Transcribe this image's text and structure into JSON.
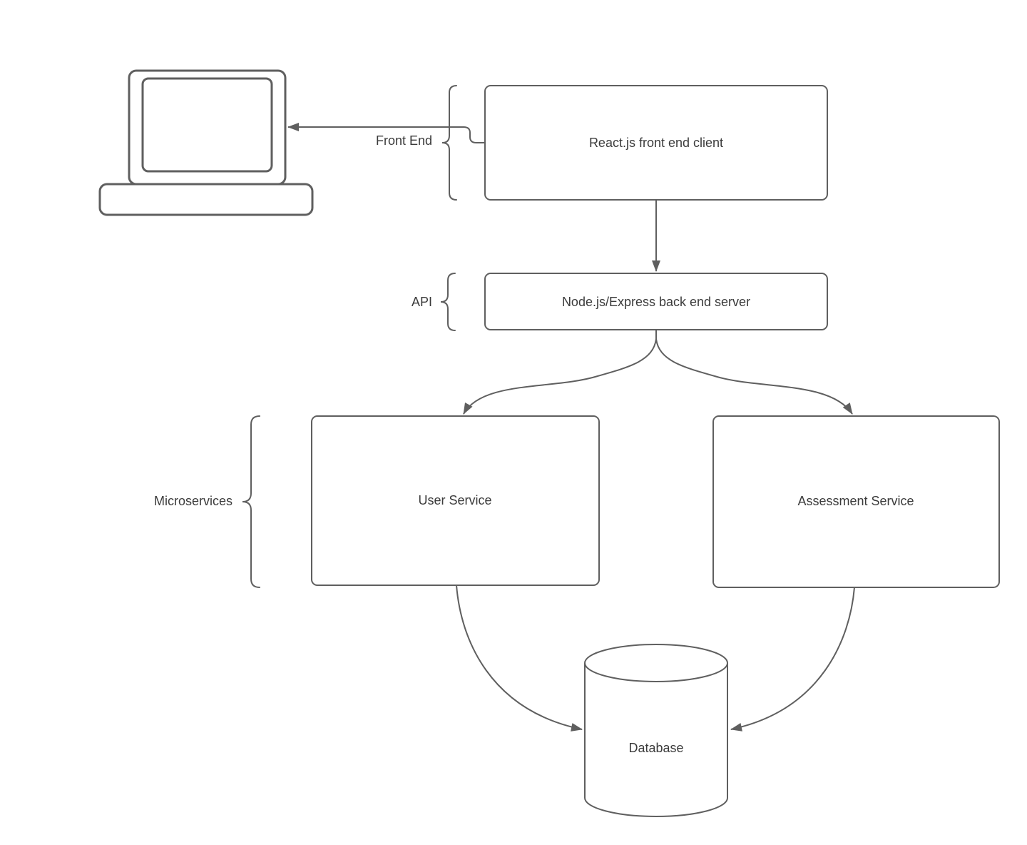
{
  "diagram_type": "architecture-flowchart",
  "background": "#ffffff",
  "palette": {
    "line": "#5f5f5f",
    "text": "#3b3b3b",
    "shape_fill": "#ffffff"
  },
  "annotations": {
    "front_end": {
      "label": "Front End"
    },
    "api": {
      "label": "API"
    },
    "microservices": {
      "label": "Microservices"
    }
  },
  "nodes": {
    "laptop": {
      "shape": "laptop-icon",
      "label": ""
    },
    "react_client": {
      "shape": "rounded-rectangle",
      "label": "React.js front end client"
    },
    "express_server": {
      "shape": "rounded-rectangle",
      "label": "Node.js/Express back end server"
    },
    "user_service": {
      "shape": "rounded-rectangle",
      "label": "User Service"
    },
    "assessment_service": {
      "shape": "rounded-rectangle",
      "label": "Assessment Service"
    },
    "database": {
      "shape": "cylinder",
      "label": "Database"
    }
  },
  "edges": [
    {
      "from": "react_client",
      "to": "laptop"
    },
    {
      "from": "react_client",
      "to": "express_server"
    },
    {
      "from": "express_server",
      "to": "user_service"
    },
    {
      "from": "express_server",
      "to": "assessment_service"
    },
    {
      "from": "user_service",
      "to": "database"
    },
    {
      "from": "assessment_service",
      "to": "database"
    }
  ]
}
